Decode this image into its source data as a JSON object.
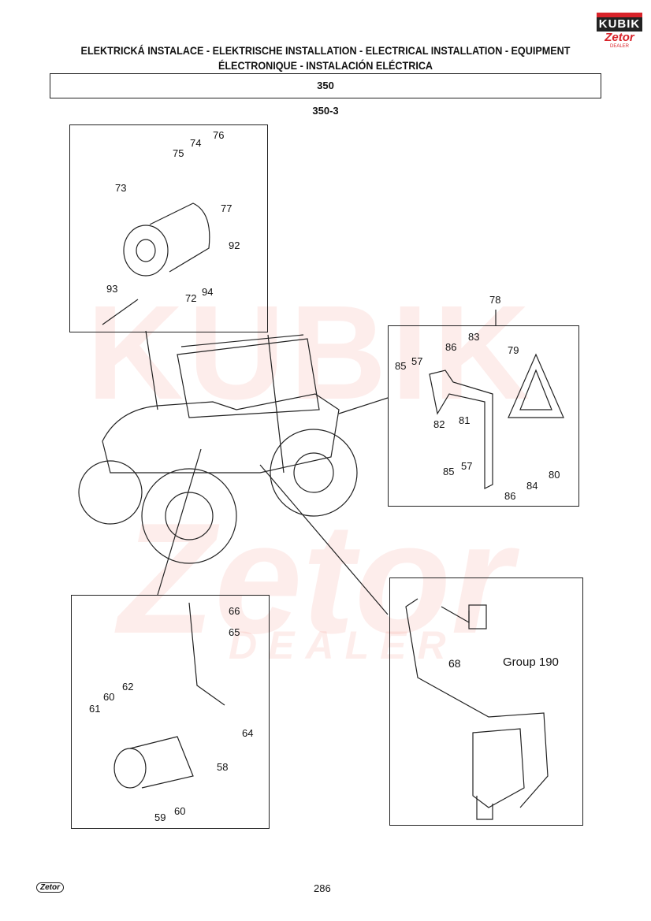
{
  "header": {
    "title_line1": "ELEKTRICKÁ INSTALACE - ELEKTRISCHE INSTALLATION - ELECTRICAL INSTALLATION - EQUIPMENT",
    "title_line2": "ÉLECTRONIQUE - INSTALACIÓN ELÉCTRICA",
    "section": "350",
    "subsection": "350-3"
  },
  "logo": {
    "top": "KUBIK",
    "bottom": "Zetor",
    "tag": "DEALER"
  },
  "watermark": {
    "line1": "KUBIK",
    "line2": "Zetor",
    "line3": "DEALER"
  },
  "box1": {
    "labels": [
      "76",
      "74",
      "75",
      "73",
      "77",
      "92",
      "93",
      "72",
      "94"
    ]
  },
  "box2": {
    "labels": [
      "78",
      "86",
      "83",
      "85",
      "57",
      "79",
      "82",
      "81",
      "80",
      "85",
      "57",
      "84",
      "86"
    ]
  },
  "box3": {
    "labels": [
      "66",
      "65",
      "62",
      "60",
      "61",
      "64",
      "58",
      "59",
      "60"
    ]
  },
  "box4": {
    "labels": [
      "68",
      "Group 190"
    ]
  },
  "footer": {
    "brand": "Zetor",
    "page": "286"
  },
  "colors": {
    "brand_red": "#d8232a"
  }
}
